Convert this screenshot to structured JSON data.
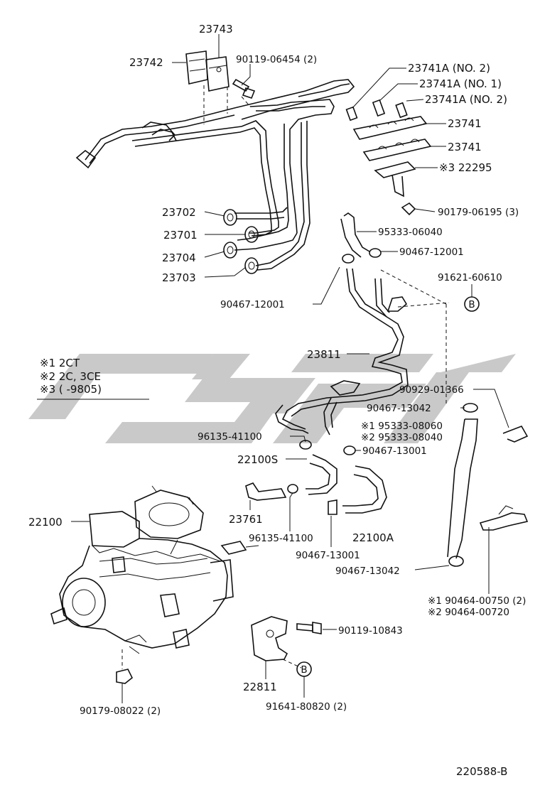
{
  "diagram": {
    "code": "220588-B",
    "labels": {
      "l23743": "23743",
      "l23742": "23742",
      "l90119_06454": "90119-06454 (2)",
      "l23741A_no2_a": "23741A (NO. 2)",
      "l23741A_no1": "23741A (NO. 1)",
      "l23741A_no2_b": "23741A (NO. 2)",
      "l23741_a": "23741",
      "l23741_b": "23741",
      "l22295": "※3 22295",
      "l90179_06195": "90179-06195 (3)",
      "l23702": "23702",
      "l23701": "23701",
      "l23704": "23704",
      "l23703": "23703",
      "l95333_06040": "95333-06040",
      "l90467_12001_a": "90467-12001",
      "l91621_60610": "91621-60610",
      "l90467_12001_b": "90467-12001",
      "l23811": "23811",
      "l90929_01366": "90929-01366",
      "l90467_13042_a": "90467-13042",
      "l95333_08060": "※1 95333-08060",
      "l95333_08040": "※2 95333-08040",
      "l96135_41100_a": "96135-41100",
      "l90467_13001_a": "90467-13001",
      "l22100S": "22100S",
      "l22100": "22100",
      "l23761": "23761",
      "l96135_41100_b": "96135-41100",
      "l22100A": "22100A",
      "l90467_13001_b": "90467-13001",
      "l90467_13042_b": "90467-13042",
      "l90464_00750": "※1 90464-00750 (2)",
      "l90464_00720": "※2 90464-00720",
      "l90119_10843": "90119-10843",
      "l22811": "22811",
      "l91641_80820": "91641-80820 (2)",
      "l90179_08022": "90179-08022 (2)",
      "ref_B": "B"
    },
    "notes": {
      "n1": "※1 2CT",
      "n2": "※2 2C, 3CE",
      "n3": "※3 (       -9805)"
    }
  }
}
